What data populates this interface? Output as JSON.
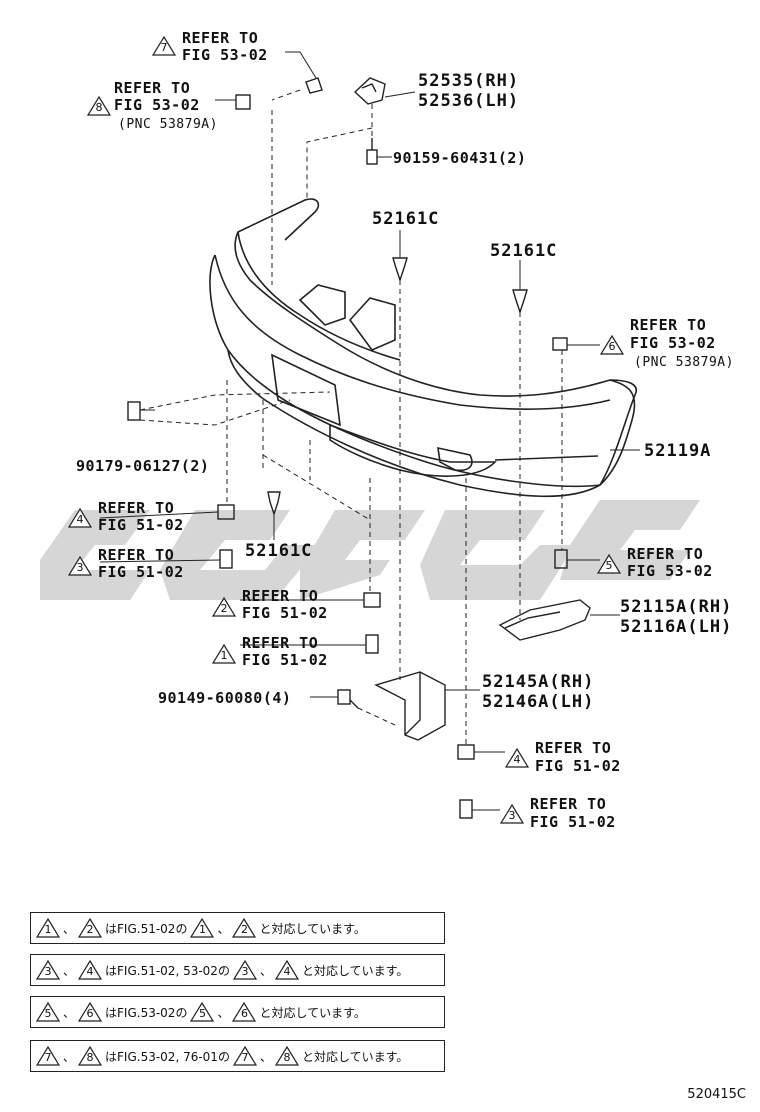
{
  "labels": {
    "ref_fig_53_02_a": {
      "tri": "7",
      "line1": "REFER TO",
      "line2": "FIG 53-02"
    },
    "ref_fig_53_02_b": {
      "tri": "8",
      "line1": "REFER TO",
      "line2": "FIG 53-02",
      "line3": "(PNC 53879A)"
    },
    "ref_fig_53_02_c": {
      "tri": "6",
      "line1": "REFER TO",
      "line2": "FIG 53-02",
      "line3": "(PNC 53879A)"
    },
    "ref_fig_51_02_4a": {
      "tri": "4",
      "line1": "REFER TO",
      "line2": "FIG 51-02"
    },
    "ref_fig_51_02_3a": {
      "tri": "3",
      "line1": "REFER TO",
      "line2": "FIG 51-02"
    },
    "ref_fig_51_02_2": {
      "tri": "2",
      "line1": "REFER TO",
      "line2": "FIG 51-02"
    },
    "ref_fig_51_02_1": {
      "tri": "1",
      "line1": "REFER TO",
      "line2": "FIG 51-02"
    },
    "ref_fig_53_02_5": {
      "tri": "5",
      "line1": "REFER TO",
      "line2": "FIG 53-02"
    },
    "ref_fig_51_02_4b": {
      "tri": "4",
      "line1": "REFER TO",
      "line2": "FIG 51-02"
    },
    "ref_fig_51_02_3b": {
      "tri": "3",
      "line1": "REFER TO",
      "line2": "FIG 51-02"
    }
  },
  "parts": {
    "p52535": "52535(RH)",
    "p52536": "52536(LH)",
    "p90159": "90159-60431(2)",
    "p52161c_a": "52161C",
    "p52161c_b": "52161C",
    "p52161c_c": "52161C",
    "p52119a": "52119A",
    "p90179": "90179-06127(2)",
    "p52115a": "52115A(RH)",
    "p52116a": "52116A(LH)",
    "p52145a": "52145A(RH)",
    "p52146a": "52146A(LH)",
    "p90149": "90149-60080(4)"
  },
  "notes": [
    {
      "t1": "1",
      "t2": "2",
      "sep": "、",
      "mid": "はFIG.51-02の",
      "t3": "1",
      "t4": "2",
      "end": "と対応しています。"
    },
    {
      "t1": "3",
      "t2": "4",
      "sep": "、",
      "mid": "はFIG.51-02, 53-02の",
      "t3": "3",
      "t4": "4",
      "end": "と対応しています。"
    },
    {
      "t1": "5",
      "t2": "6",
      "sep": "、",
      "mid": "はFIG.53-02の",
      "t3": "5",
      "t4": "6",
      "end": "と対応しています。"
    },
    {
      "t1": "7",
      "t2": "8",
      "sep": "、",
      "mid": "はFIG.53-02, 76-01の",
      "t3": "7",
      "t4": "8",
      "end": "と対応しています。"
    }
  ],
  "diagram_code": "520415C",
  "colors": {
    "line": "#222222",
    "watermark": "#c8c8c8"
  }
}
